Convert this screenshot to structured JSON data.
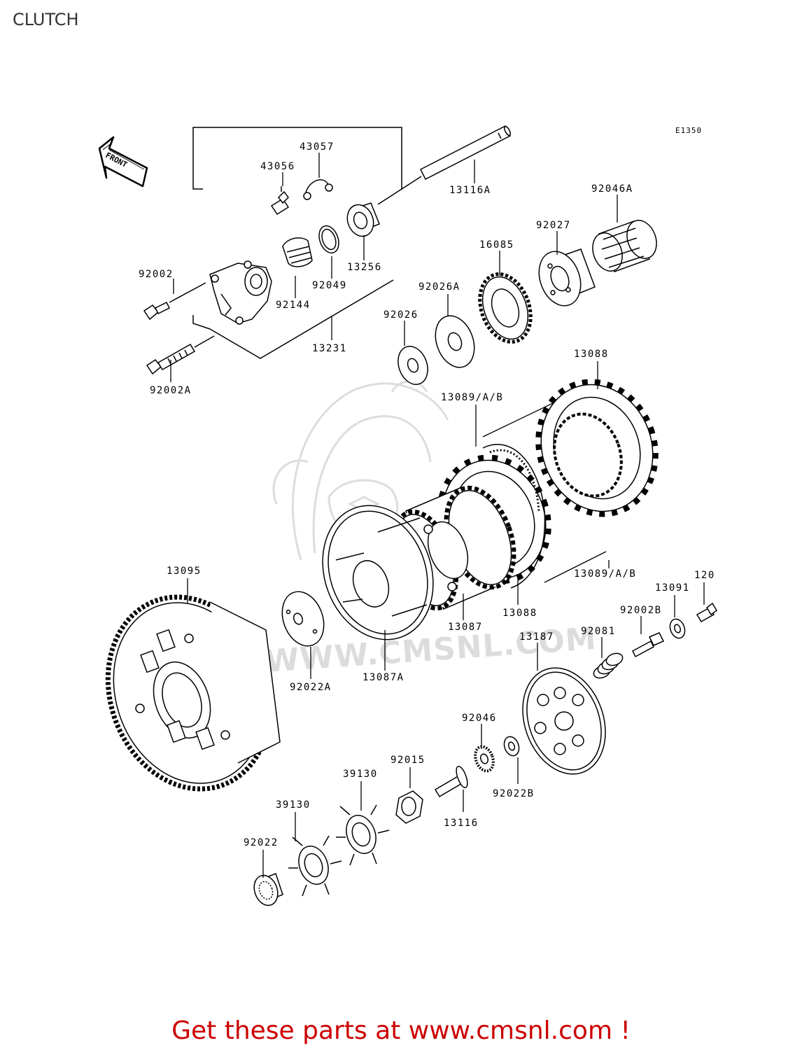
{
  "page": {
    "title": "CLUTCH",
    "footer_link": "Get these parts at www.cmsnl.com !"
  },
  "diagram": {
    "code": "E1350",
    "front_label": "FRONT",
    "watermark": "WWW.CMSNL.COM",
    "parts": {
      "p43057": "43057",
      "p43056": "43056",
      "p13116A": "13116A",
      "p92046A": "92046A",
      "p92027": "92027",
      "p16085": "16085",
      "p92002": "92002",
      "p92144": "92144",
      "p92049": "92049",
      "p13256": "13256",
      "p92026A": "92026A",
      "p92026": "92026",
      "p13231": "13231",
      "p92002A": "92002A",
      "p13088_top": "13088",
      "p13089AB_top": "13089/A/B",
      "p13095": "13095",
      "p13087": "13087",
      "p13088_bottom": "13088",
      "p13089AB_bottom": "13089/A/B",
      "p120": "120",
      "p13091": "13091",
      "p92002B": "92002B",
      "p92081": "92081",
      "p13187": "13187",
      "p92022A": "92022A",
      "p13087A": "13087A",
      "p92046": "92046",
      "p92015": "92015",
      "p39130_a": "39130",
      "p39130_b": "39130",
      "p92022B": "92022B",
      "p13116": "13116",
      "p92022": "92022"
    }
  }
}
